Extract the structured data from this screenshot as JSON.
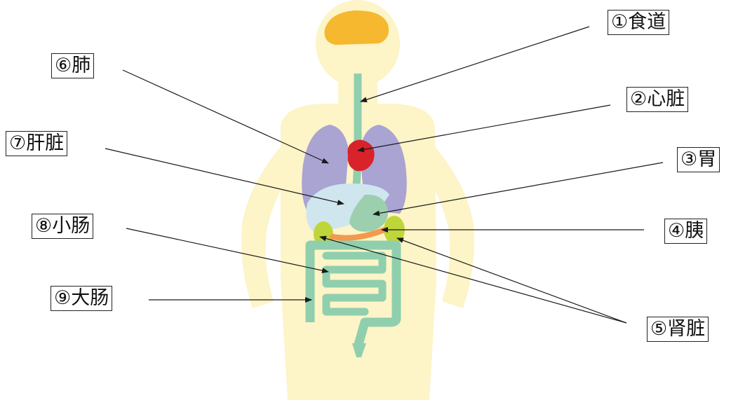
{
  "labels": {
    "esophagus": "①食道",
    "heart": "②心脏",
    "stomach": "③胃",
    "pancreas": "④胰",
    "kidney": "⑤肾脏",
    "lung": "⑥肺",
    "liver": "⑦肝脏",
    "small_intestine": "⑧小肠",
    "large_intestine": "⑨大肠"
  },
  "colors": {
    "body": "#fdf4c7",
    "brain": "#f5b82e",
    "lungs": "#a9a4d2",
    "heart": "#d8232a",
    "liver": "#cfe6ef",
    "stomach": "#9ccfae",
    "pancreas": "#f29a4e",
    "kidneys": "#bfd63a",
    "digestive_tract": "#8fcfae",
    "arrows": "#1a1a1a"
  }
}
